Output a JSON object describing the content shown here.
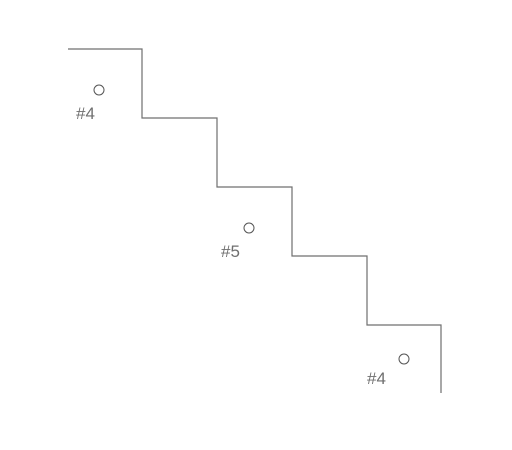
{
  "diagram": {
    "line_color": "#6f6f6f",
    "markers": [
      {
        "label": "#4"
      },
      {
        "label": "#5"
      },
      {
        "label": "#4"
      }
    ]
  }
}
